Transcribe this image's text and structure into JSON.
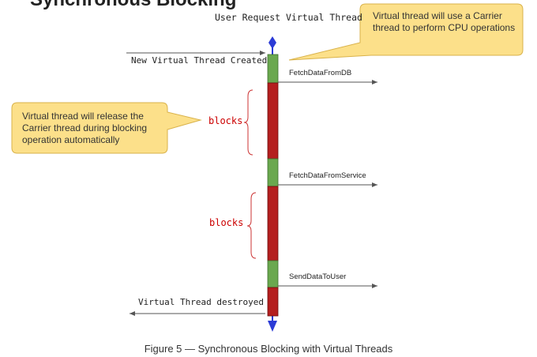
{
  "header_fragment": "Synchronous Blocking",
  "thread_title": "User Request Virtual Thread",
  "events": {
    "created": "New Virtual Thread Created",
    "destroyed": "Virtual Thread destroyed"
  },
  "operations": [
    {
      "label": "FetchDataFromDB"
    },
    {
      "label": "FetchDataFromService"
    },
    {
      "label": "SendDataToUser"
    }
  ],
  "block_labels": [
    "blocks",
    "blocks"
  ],
  "callouts": {
    "cpu": "Virtual thread will use a Carrier thread to perform CPU operations",
    "release": "Virtual thread will release the Carrier thread during blocking operation automatically"
  },
  "caption": "Figure 5 — Synchronous Blocking with Virtual Threads",
  "colors": {
    "running": "#6aa84f",
    "blocked": "#b41f1f",
    "thread_arrow": "#2b3bd6",
    "callout_fill": "#fce08a",
    "callout_border": "#d9b24a"
  }
}
